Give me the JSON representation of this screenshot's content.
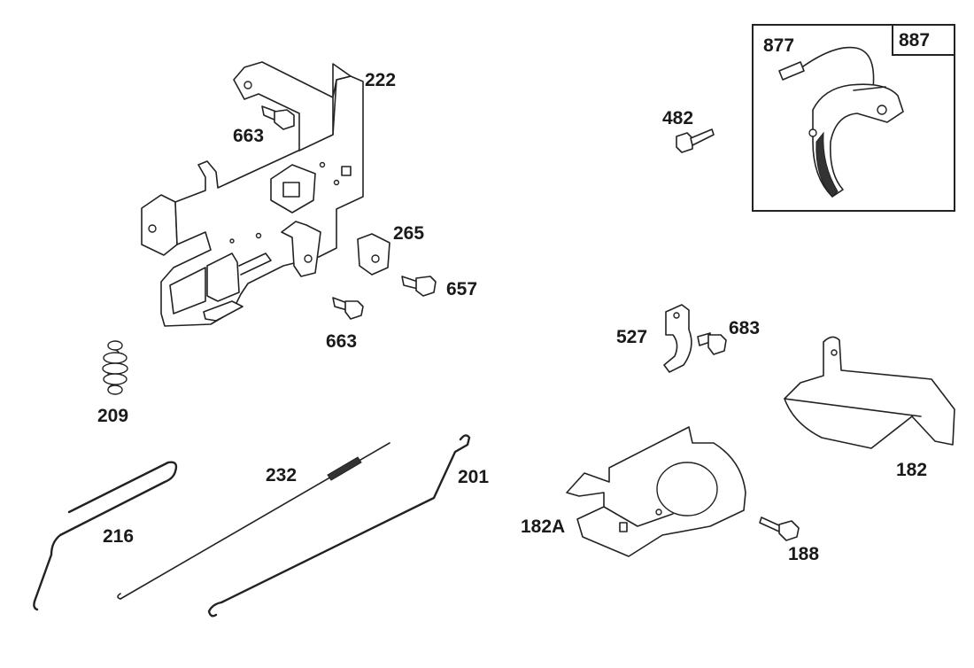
{
  "labels": {
    "p222": "222",
    "p663a": "663",
    "p663b": "663",
    "p265": "265",
    "p657": "657",
    "p209": "209",
    "p232": "232",
    "p201": "201",
    "p216": "216",
    "p482": "482",
    "p877": "877",
    "p887": "887",
    "p527": "527",
    "p683": "683",
    "p182": "182",
    "p182a": "182A",
    "p188": "188"
  }
}
